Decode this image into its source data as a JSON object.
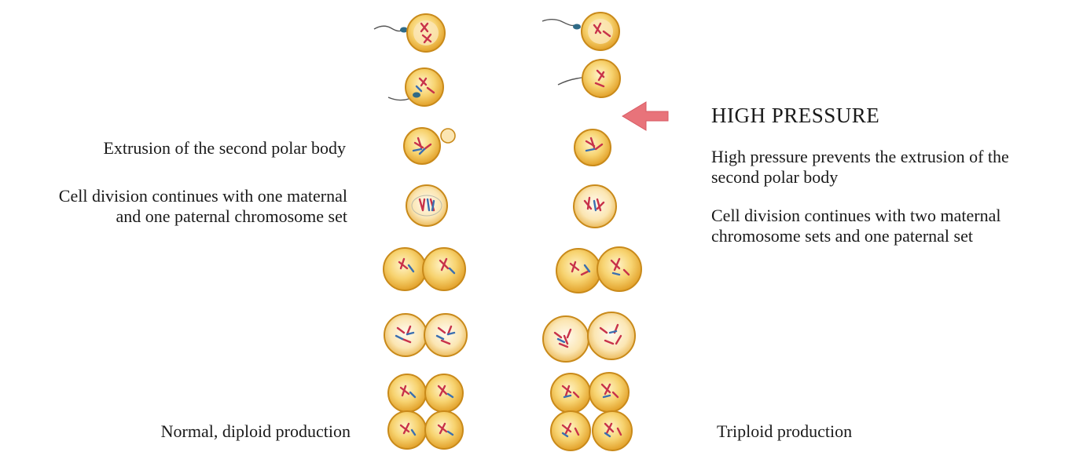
{
  "left_labels": {
    "extrusion": "Extrusion of the second polar body",
    "division_line1": "Cell division continues with one maternal",
    "division_line2": "and one paternal chromosome set",
    "result": "Normal, diploid production"
  },
  "right_labels": {
    "heading": "HIGH PRESSURE",
    "prevents_line1": "High pressure prevents the extrusion of the",
    "prevents_line2": "second polar body",
    "division_line1": "Cell division continues with two maternal",
    "division_line2": "chromosome sets and one paternal set",
    "result": "Triploid production"
  },
  "colors": {
    "cell_fill": "#f2c24a",
    "cell_outline": "#c98a1a",
    "chromosome_red": "#c8324a",
    "chromosome_blue": "#3a6fb0",
    "arrow": "#e8737a",
    "sperm": "#2f6a86"
  },
  "icons": {
    "pressure_arrow": "left-arrow-icon",
    "sperm": "sperm-icon",
    "cell": "cell-icon",
    "chromosome": "chromosome-icon"
  }
}
